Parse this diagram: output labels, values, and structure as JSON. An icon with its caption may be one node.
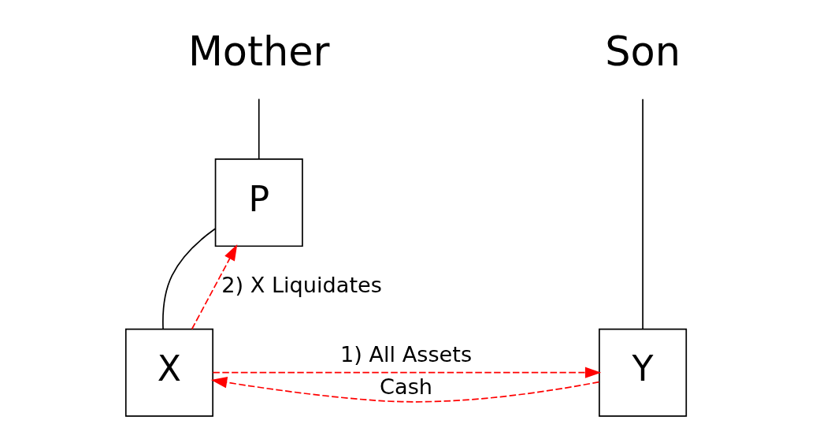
{
  "diagram": {
    "nodes": [
      {
        "text": [
          "Mother"
        ]
      },
      {
        "text": [
          "Son"
        ]
      },
      {
        "text": [
          "P"
        ]
      },
      {
        "text": [
          "X"
        ]
      },
      {
        "text": [
          "Y"
        ]
      }
    ],
    "edges": [
      {
        "from": 0,
        "to": 2,
        "arrow": "none"
      },
      {
        "from": 2,
        "to": 3,
        "arrow": "none"
      },
      {
        "from": 1,
        "to": 4,
        "arrow": "none"
      },
      {
        "from": 3,
        "to": 4,
        "arrow": "to",
        "label": "1) All Assets",
        "style": "dashed",
        "color": "#ff0000"
      },
      {
        "from": 4,
        "to": 3,
        "arrow": "to",
        "label": "Cash",
        "style": "dashed",
        "color": "#ff0000"
      },
      {
        "from": 3,
        "to": 2,
        "arrow": "to",
        "label": "2) X Liquidates",
        "style": "dashed",
        "color": "#ff0000"
      }
    ]
  }
}
